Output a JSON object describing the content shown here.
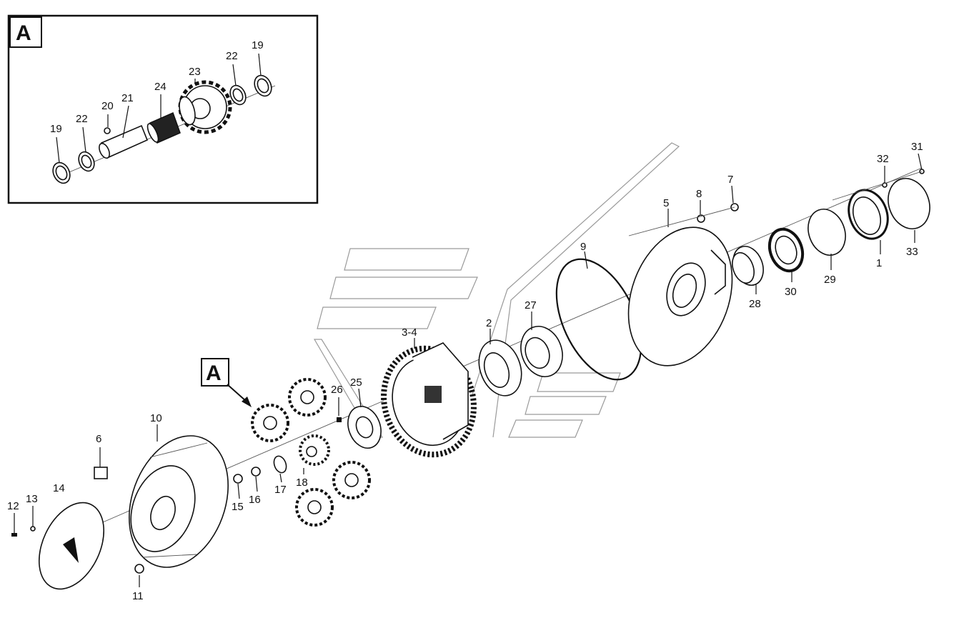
{
  "detail_view": {
    "label": "A",
    "items": [
      "19",
      "22",
      "20",
      "21",
      "24",
      "23",
      "22",
      "19"
    ]
  },
  "callout": {
    "label": "A"
  },
  "parts": [
    "1",
    "2",
    "3-4",
    "5",
    "6",
    "7",
    "8",
    "9",
    "10",
    "11",
    "12",
    "13",
    "14",
    "15",
    "16",
    "17",
    "18",
    "25",
    "26",
    "27",
    "28",
    "29",
    "30",
    "31",
    "32",
    "33"
  ]
}
